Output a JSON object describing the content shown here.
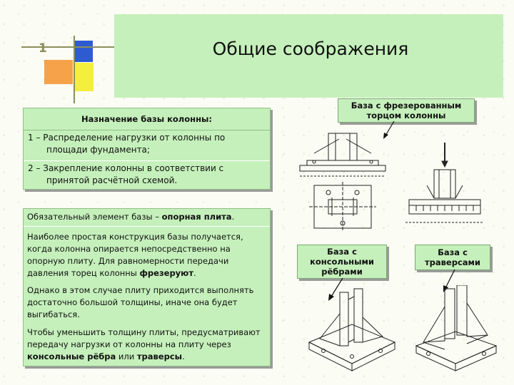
{
  "slide": {
    "number": "1",
    "title": "Общие соображения"
  },
  "purpose": {
    "heading": "Назначение базы колонны:",
    "items": [
      {
        "line1": "1 – Распределение нагрузки от колонны по",
        "line2": "площади фундамента;"
      },
      {
        "line1": "2 – Закрепление колонны в соответствии с",
        "line2": "принятой расчётной схемой."
      }
    ]
  },
  "main_text": {
    "p1_text": "Обязательный элемент базы – ",
    "p1_bold": "опорная плита",
    "p1_end": ".",
    "p2_lines": [
      "Наиболее простая конструкция базы получается,",
      "когда колонна опирается непосредственно на",
      "опорную плиту. Для равномерности передачи"
    ],
    "p2_last_text": "давления торец колонны ",
    "p2_last_bold": "фрезеруют",
    "p2_last_end": ".",
    "p3_lines": [
      "Однако в этом случае плиту приходится выполнять",
      "достаточно большой толщины, иначе она будет",
      "выгибаться."
    ],
    "p4_lines": [
      "Чтобы уменьшить толщину плиты, предусматривают",
      "передачу нагрузки от колонны на плиту через"
    ],
    "p4_bold1": "консольные рёбра",
    "p4_mid": " или ",
    "p4_bold2": "траверсы",
    "p4_end": "."
  },
  "callouts": {
    "milled": [
      "База с фрезерованным",
      "торцом колонны"
    ],
    "ribs": [
      "База с",
      "консольными",
      "рёбрами"
    ],
    "traverse": [
      "База с",
      "траверсами"
    ]
  },
  "colors": {
    "panel": "#c5f0bb",
    "accent_blue": "#2f5bd1",
    "accent_orange": "#f6a24a",
    "accent_yellow": "#f4ee3c"
  }
}
